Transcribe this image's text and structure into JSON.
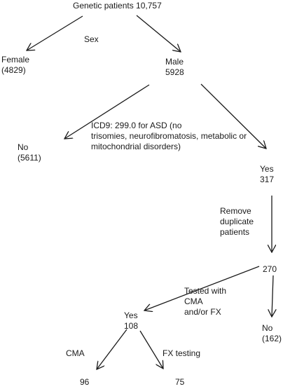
{
  "diagram": {
    "root": "Genetic patients 10,757",
    "sex_label": "Sex",
    "female": {
      "label": "Female",
      "count": "(4829)"
    },
    "male": {
      "label": "Male",
      "count": "5928"
    },
    "criteria": {
      "line1": "ICD9: 299.0 for ASD (no",
      "line2": "trisomies, neurofibromatosis, metabolic or",
      "line3": "mitochondrial disorders)"
    },
    "no_criteria": {
      "label": "No",
      "count": "(5611)"
    },
    "yes_criteria": {
      "label": "Yes",
      "count": "317"
    },
    "remove_step": {
      "line1": "Remove",
      "line2": "duplicate",
      "line3": "patients"
    },
    "after_removal": "270",
    "tested_label": {
      "line1": "Tested with",
      "line2": "CMA",
      "line3": "and/or FX"
    },
    "yes_tested": {
      "label": "Yes",
      "count": "108"
    },
    "no_tested": {
      "label": "No",
      "count": "(162)"
    },
    "cma_label": "CMA",
    "fx_label": "FX testing",
    "cma_count": "96",
    "fx_count": "75",
    "line_color": "#1a1a1a"
  }
}
